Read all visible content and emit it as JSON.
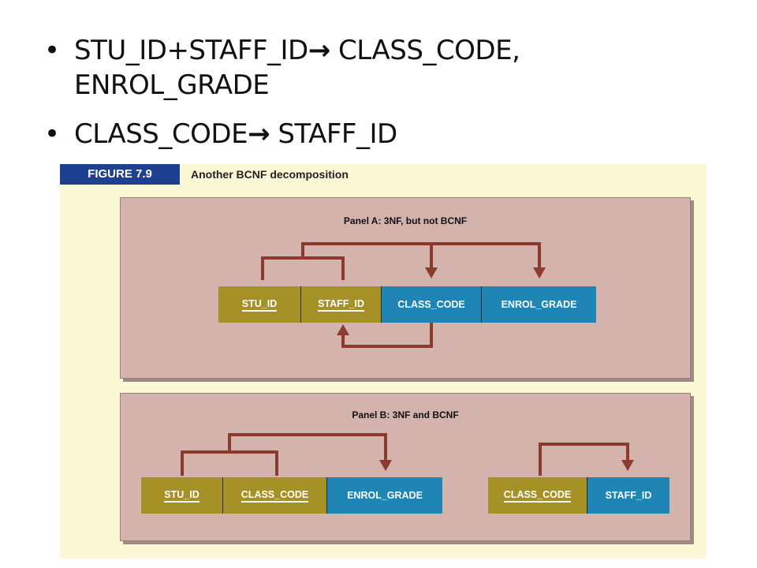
{
  "bullets": [
    {
      "lhs": "STU_ID+STAFF_ID",
      "arrow": "→",
      "rhs": " CLASS_CODE,",
      "rhs2": "ENROL_GRADE"
    },
    {
      "lhs": "CLASS_CODE",
      "arrow": "→",
      "rhs": " STAFF_ID"
    }
  ],
  "figure": {
    "label": "FIGURE 7.9",
    "title": "Another BCNF decomposition",
    "panel_a": {
      "title": "Panel A: 3NF, but not BCNF",
      "attributes": [
        "STU_ID",
        "STAFF_ID",
        "CLASS_CODE",
        "ENROL_GRADE"
      ]
    },
    "panel_b": {
      "title": "Panel B: 3NF and BCNF",
      "table1": [
        "STU_ID",
        "CLASS_CODE",
        "ENROL_GRADE"
      ],
      "table2": [
        "CLASS_CODE",
        "STAFF_ID"
      ]
    }
  },
  "colors": {
    "key": "#a69126",
    "nonkey": "#1f85b5",
    "arrow": "#8b3a2e",
    "panel": "#d4b3ad",
    "header": "#1f3f8f"
  }
}
